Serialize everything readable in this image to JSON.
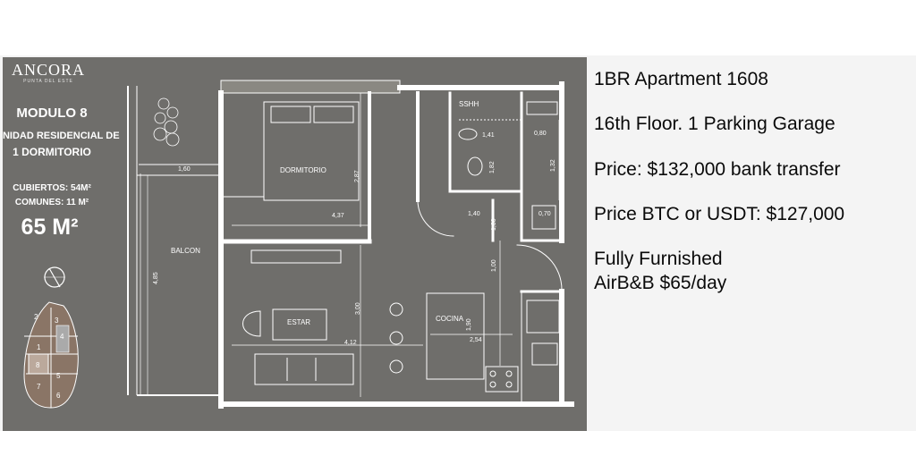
{
  "plan": {
    "brand": "ANCORA",
    "brand_sub": "PUNTA DEL ESTE",
    "modulo": "MODULO 8",
    "unidad": "UNIDAD RESIDENCIAL DE",
    "dormitorio_count": "1 DORMITORIO",
    "cubiertos": "CUBIERTOS: 54M²",
    "comunes": "COMUNES: 11 M²",
    "area": "65 M²",
    "building_units": [
      "2",
      "3",
      "4",
      "1",
      "8",
      "5",
      "7",
      "6"
    ],
    "rooms": {
      "dormitorio": "DORMITORIO",
      "balcon": "BALCON",
      "estar": "ESTAR",
      "cocina": "COCINA",
      "sshh": "SSHH"
    },
    "dimensions": {
      "d_160": "1,60",
      "d_287": "2,87",
      "d_437": "4,37",
      "d_140": "1,40",
      "d_141": "1,41",
      "d_080": "0,80",
      "d_182": "1,82",
      "d_132": "1,32",
      "d_070": "0,70",
      "d_485": "4,85",
      "d_300": "3,00",
      "d_412": "4,12",
      "d_254": "2,54",
      "d_100a": "1,00",
      "d_100b": "1,00",
      "d_190": "1,90"
    },
    "colors": {
      "background": "#6f6e6b",
      "wall": "#ffffff",
      "unit_highlight": "#bba99c",
      "unit_other": "#8a7566"
    }
  },
  "info": {
    "title": "1BR Apartment 1608",
    "floor": "16th Floor. 1 Parking Garage",
    "price": "Price: $132,000 bank transfer",
    "price_crypto": "Price BTC or USDT: $127,000",
    "furnished": "Fully Furnished",
    "airbnb": "AirB&B $65/day"
  }
}
